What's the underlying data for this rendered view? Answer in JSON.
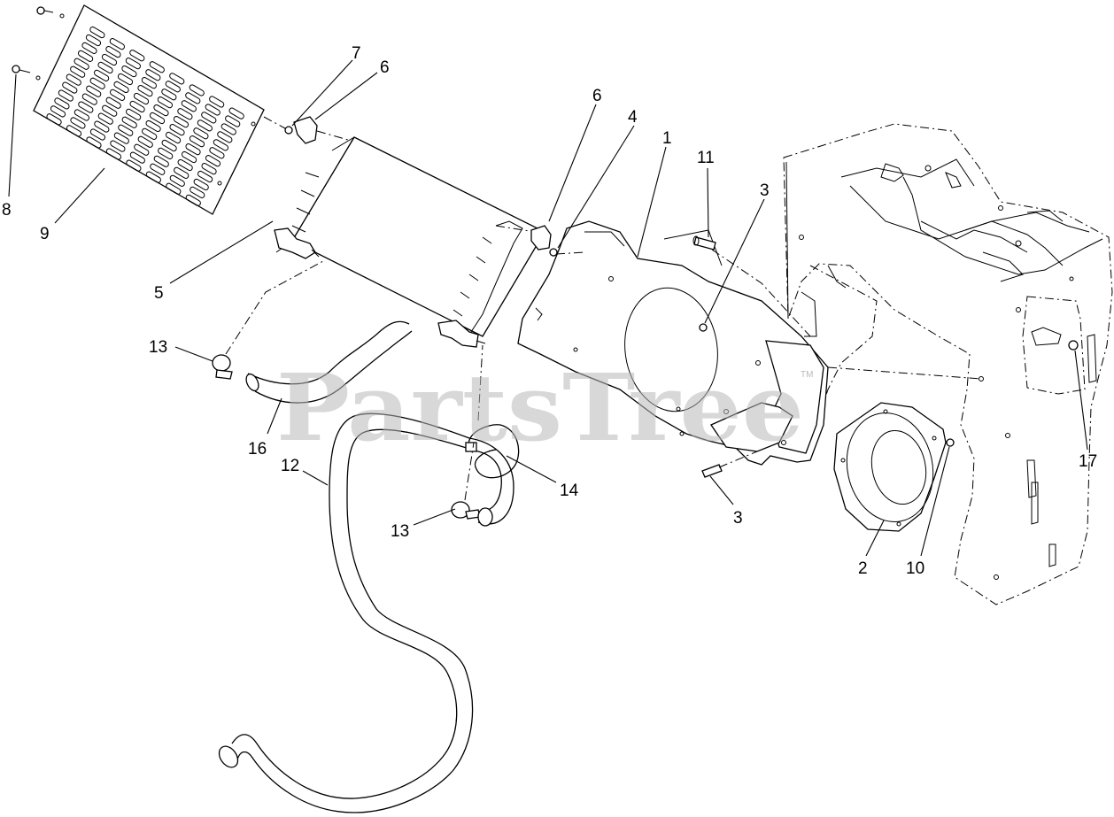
{
  "watermark": {
    "text": "PartsTree",
    "mark": "TM"
  },
  "callouts": [
    {
      "id": "c7",
      "label": "7"
    },
    {
      "id": "c6a",
      "label": "6"
    },
    {
      "id": "c6b",
      "label": "6"
    },
    {
      "id": "c4",
      "label": "4"
    },
    {
      "id": "c1",
      "label": "1"
    },
    {
      "id": "c11",
      "label": "11"
    },
    {
      "id": "c3a",
      "label": "3"
    },
    {
      "id": "c8",
      "label": "8"
    },
    {
      "id": "c9",
      "label": "9"
    },
    {
      "id": "c5",
      "label": "5"
    },
    {
      "id": "c13a",
      "label": "13"
    },
    {
      "id": "c16",
      "label": "16"
    },
    {
      "id": "c12",
      "label": "12"
    },
    {
      "id": "c14",
      "label": "14"
    },
    {
      "id": "c13b",
      "label": "13"
    },
    {
      "id": "c3b",
      "label": "3"
    },
    {
      "id": "c2",
      "label": "2"
    },
    {
      "id": "c10",
      "label": "10"
    },
    {
      "id": "c17",
      "label": "17"
    }
  ]
}
